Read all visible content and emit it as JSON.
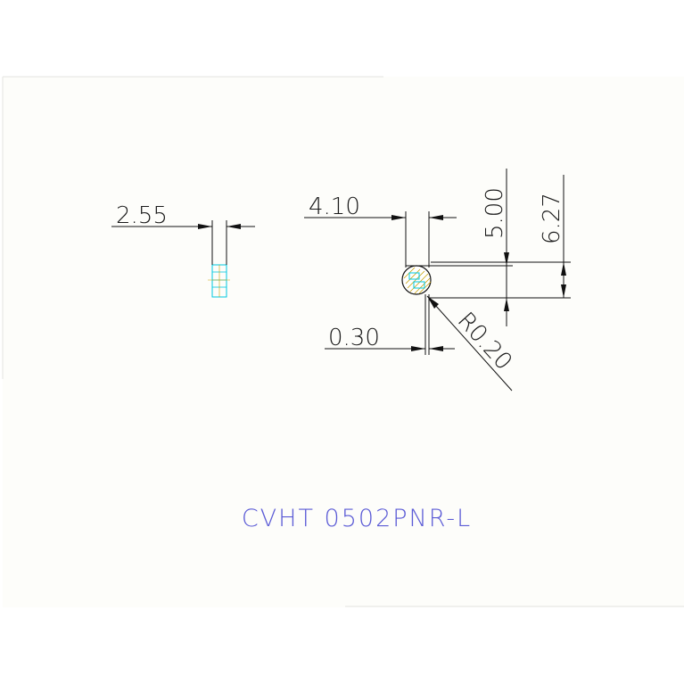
{
  "drawing": {
    "title": "CVHT 0502PNR-L",
    "colors": {
      "background": "#ffffff",
      "sheet": "#fdfdfa",
      "dimension_line": "#111111",
      "part_outline": "#00c8e0",
      "hatch": "#c8a000",
      "title": "#5b5bd6"
    },
    "dimensions": {
      "side_width": "2.55",
      "front_width": "4.10",
      "height_inner": "5.00",
      "height_total": "6.27",
      "tip_offset": "0.30",
      "corner_radius": "R0.20"
    }
  }
}
